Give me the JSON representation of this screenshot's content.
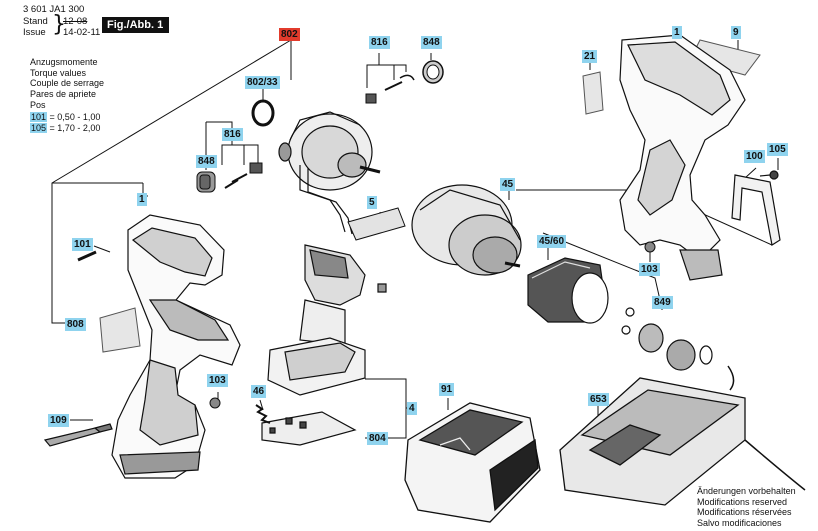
{
  "header": {
    "part_number": "3 601 JA1 300",
    "stand_label": "Stand",
    "issue_label": "Issue",
    "old_date": "12-08",
    "new_date": "14-02-11",
    "figure_label": "Fig./Abb. 1"
  },
  "torque": {
    "lines": [
      "Anzugsmomente",
      "Torque values",
      "Couple de serrage",
      "Pares de apriete"
    ],
    "pos_label": "Pos",
    "rows": [
      {
        "pos": "101",
        "value": "= 0,50 - 1,00"
      },
      {
        "pos": "105",
        "value": "= 1,70 - 2,00"
      }
    ]
  },
  "callouts": [
    {
      "id": "802",
      "label": "802",
      "color": "#e23b2c"
    },
    {
      "id": "802-33",
      "label": "802/33",
      "color": "#8fd3ee"
    },
    {
      "id": "816-top",
      "label": "816",
      "color": "#8fd3ee"
    },
    {
      "id": "848-top",
      "label": "848",
      "color": "#8fd3ee"
    },
    {
      "id": "816-left",
      "label": "816",
      "color": "#8fd3ee"
    },
    {
      "id": "848-left",
      "label": "848",
      "color": "#8fd3ee"
    },
    {
      "id": "21",
      "label": "21",
      "color": "#8fd3ee"
    },
    {
      "id": "1-top",
      "label": "1",
      "color": "#8fd3ee"
    },
    {
      "id": "9",
      "label": "9",
      "color": "#8fd3ee"
    },
    {
      "id": "1-left",
      "label": "1",
      "color": "#8fd3ee"
    },
    {
      "id": "101",
      "label": "101",
      "color": "#8fd3ee"
    },
    {
      "id": "5",
      "label": "5",
      "color": "#8fd3ee"
    },
    {
      "id": "45",
      "label": "45",
      "color": "#8fd3ee"
    },
    {
      "id": "100",
      "label": "100",
      "color": "#8fd3ee"
    },
    {
      "id": "105",
      "label": "105",
      "color": "#8fd3ee"
    },
    {
      "id": "45-60",
      "label": "45/60",
      "color": "#8fd3ee"
    },
    {
      "id": "103-right",
      "label": "103",
      "color": "#8fd3ee"
    },
    {
      "id": "849",
      "label": "849",
      "color": "#8fd3ee"
    },
    {
      "id": "808",
      "label": "808",
      "color": "#8fd3ee"
    },
    {
      "id": "103-left",
      "label": "103",
      "color": "#8fd3ee"
    },
    {
      "id": "46",
      "label": "46",
      "color": "#8fd3ee"
    },
    {
      "id": "91",
      "label": "91",
      "color": "#8fd3ee"
    },
    {
      "id": "653",
      "label": "653",
      "color": "#8fd3ee"
    },
    {
      "id": "4",
      "label": "4",
      "color": "#8fd3ee"
    },
    {
      "id": "109",
      "label": "109",
      "color": "#8fd3ee"
    },
    {
      "id": "804",
      "label": "804",
      "color": "#8fd3ee"
    }
  ],
  "footer": {
    "lines": [
      "Änderungen vorbehalten",
      "Modifications reserved",
      "Modifications réservées",
      "Salvo modificaciones"
    ]
  }
}
